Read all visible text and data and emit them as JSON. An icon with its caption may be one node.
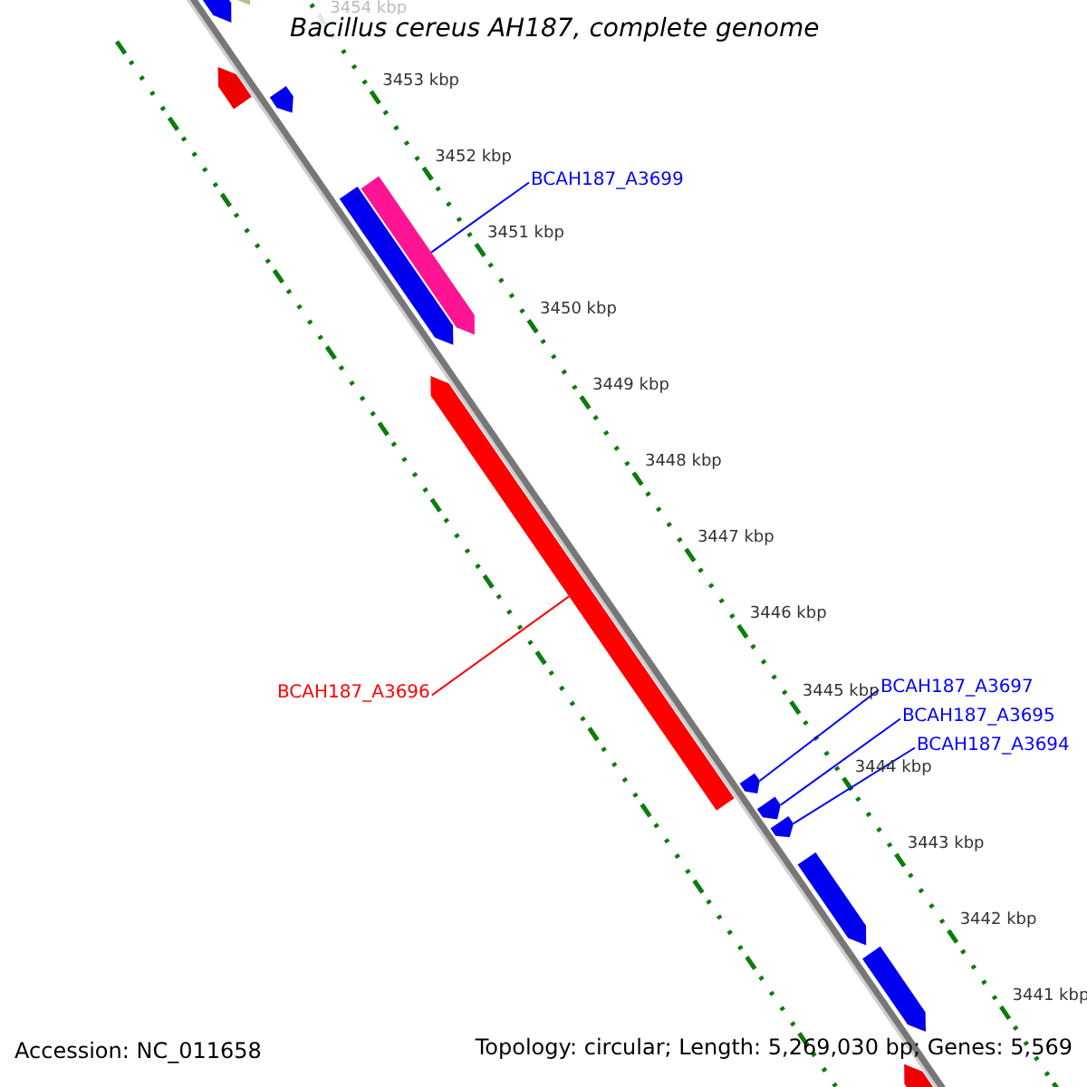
{
  "diagram": {
    "title": "Bacillus cereus AH187, complete genome",
    "nodes": [
      {
        "text": [
          "BCAH187_A3699"
        ]
      },
      {
        "text": [
          "BCAH187_A3696"
        ]
      },
      {
        "text": [
          "BCAH187_A3697"
        ]
      },
      {
        "text": [
          "BCAH187_A3695"
        ]
      },
      {
        "text": [
          "BCAH187_A3694"
        ]
      },
      {
        "text": [],
        "shape": "bar"
      },
      {
        "text": [],
        "shape": "bar"
      },
      {
        "text": [],
        "shape": "bar"
      },
      {
        "text": [],
        "shape": "bar"
      },
      {
        "text": [],
        "shape": "bar"
      },
      {
        "text": [],
        "shape": "bar"
      },
      {
        "text": [],
        "shape": "bar"
      },
      {
        "text": [],
        "shape": "bar"
      },
      {
        "text": [],
        "shape": "bar"
      },
      {
        "text": [],
        "shape": "bar"
      },
      {
        "text": [],
        "shape": "bar"
      },
      {
        "text": [],
        "shape": "bar"
      },
      {
        "text": [],
        "shape": "bar"
      }
    ],
    "edges": [
      {
        "from": 0,
        "to": 5,
        "arrow": "none"
      },
      {
        "from": 1,
        "to": 6,
        "arrow": "none",
        "color": "#ff0000"
      },
      {
        "from": 2,
        "to": 7,
        "arrow": "none"
      },
      {
        "from": 3,
        "to": 8,
        "arrow": "none"
      },
      {
        "from": 4,
        "to": 9,
        "arrow": "none"
      }
    ],
    "labels": [
      "3454 kbp",
      "3453 kbp",
      "3452 kbp",
      "3451 kbp",
      "3450 kbp",
      "3449 kbp",
      "3448 kbp",
      "3447 kbp",
      "3446 kbp",
      "3445 kbp",
      "3444 kbp",
      "3443 kbp",
      "3442 kbp",
      "3441 kbp",
      "Accession: NC_011658",
      "Topology: circular; Length: 5,269,030 bp; Genes: 5,569"
    ]
  }
}
